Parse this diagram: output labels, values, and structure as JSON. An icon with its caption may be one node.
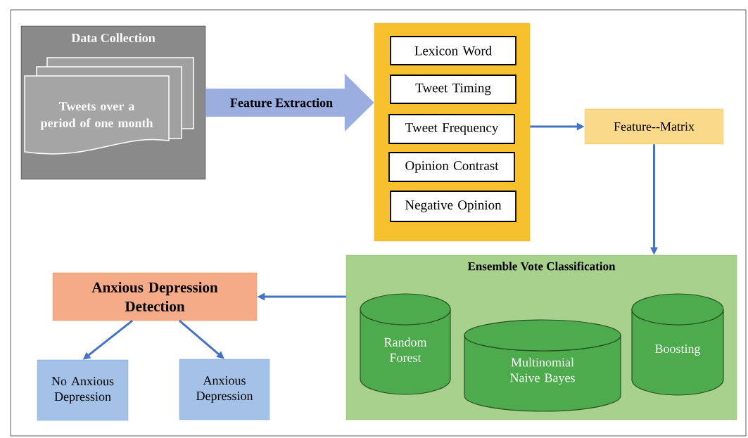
{
  "diagram": {
    "nodes": [
      {
        "text": [
          "Data Collection"
        ]
      },
      {
        "text": [
          "Tweets over a period of one month"
        ],
        "in": 0
      },
      {
        "text": [],
        "shape": "box"
      },
      {
        "text": [
          "Lexicon Word"
        ],
        "in": 2
      },
      {
        "text": [
          "Tweet Timing"
        ],
        "in": 2
      },
      {
        "text": [
          "Tweet Frequency"
        ],
        "in": 2
      },
      {
        "text": [
          "Opinion Contrast"
        ],
        "in": 2
      },
      {
        "text": [
          "Negative Opinion"
        ],
        "in": 2
      },
      {
        "text": [
          "Feature--Matrix"
        ]
      },
      {
        "text": [
          "Ensemble Vote Classification"
        ]
      },
      {
        "text": [
          "Random Forest"
        ],
        "in": 9
      },
      {
        "text": [
          "Multinomial Naive Bayes"
        ],
        "in": 9
      },
      {
        "text": [
          "Boosting"
        ],
        "in": 9
      },
      {
        "text": [
          "Anxious Depression Detection"
        ]
      },
      {
        "text": [
          "No Anxious Depression"
        ]
      },
      {
        "text": [
          "Anxious Depression"
        ]
      }
    ],
    "edges": [
      {
        "from": 0,
        "to": 2,
        "arrow": "to",
        "label": "Feature Extraction",
        "style": "thick",
        "color": "#9aaee0"
      },
      {
        "from": 2,
        "to": 8,
        "arrow": "to"
      },
      {
        "from": 8,
        "to": 9,
        "arrow": "to"
      },
      {
        "from": 9,
        "to": 13,
        "arrow": "to"
      },
      {
        "from": 13,
        "to": 14,
        "arrow": "to"
      },
      {
        "from": 13,
        "to": 15,
        "arrow": "to"
      }
    ]
  }
}
